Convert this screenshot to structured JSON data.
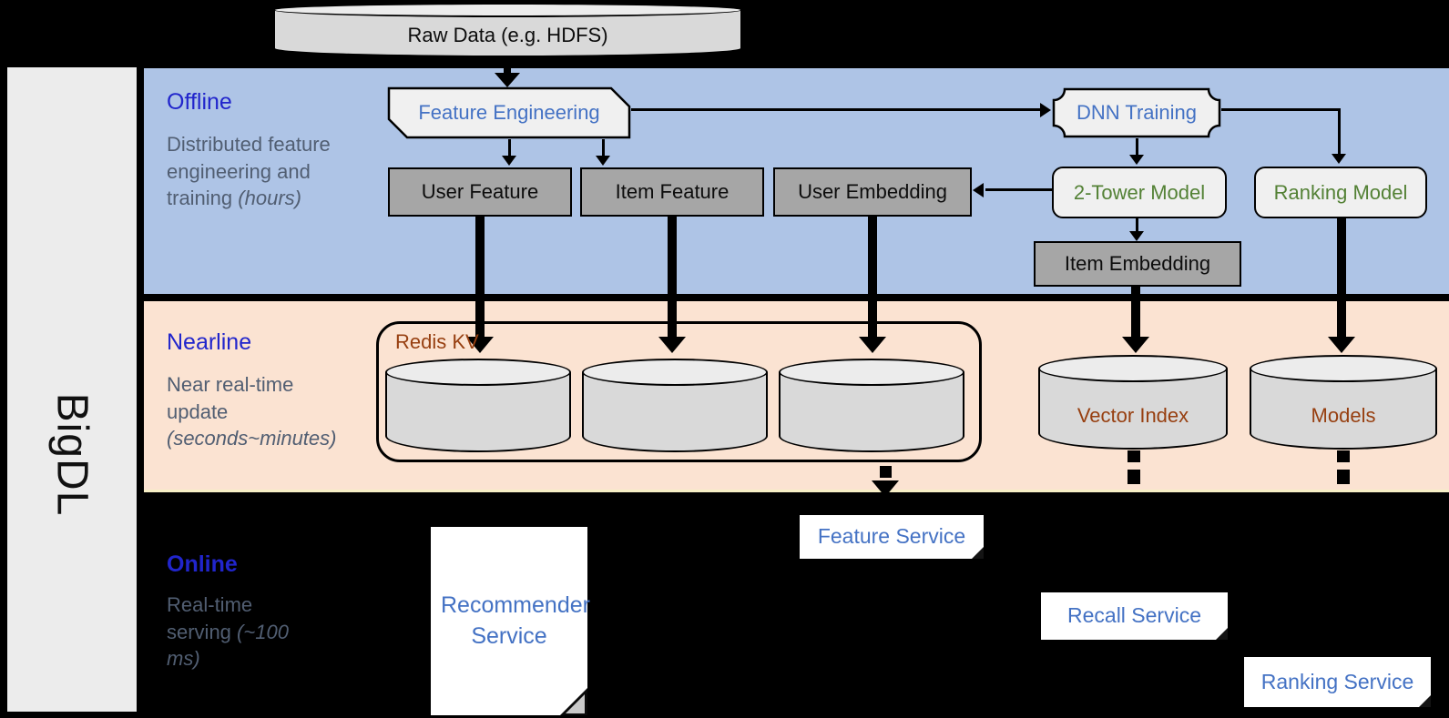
{
  "brand": {
    "name": "BigDL"
  },
  "raw_data": {
    "label": "Raw Data (e.g. HDFS)"
  },
  "sections": {
    "offline": {
      "label": "Offline",
      "subtitle": "Distributed feature engineering and training",
      "note": "(hours)"
    },
    "nearline": {
      "label": "Nearline",
      "subtitle": "Near real-time update",
      "note": "(seconds~minutes)"
    },
    "online": {
      "label": "Online",
      "subtitle": "Real-time serving",
      "note": "(~100 ms)"
    }
  },
  "nodes": {
    "feature_engineering": {
      "label": "Feature Engineering"
    },
    "dnn_training": {
      "label": "DNN Training"
    },
    "user_feature": {
      "label": "User Feature"
    },
    "item_feature": {
      "label": "Item Feature"
    },
    "user_embedding": {
      "label": "User Embedding"
    },
    "two_tower_model": {
      "label": "2-Tower Model"
    },
    "ranking_model": {
      "label": "Ranking Model"
    },
    "item_embedding": {
      "label": "Item Embedding"
    },
    "redis_kv": {
      "label": "Redis KV"
    },
    "vector_index": {
      "label": "Vector Index"
    },
    "models": {
      "label": "Models"
    },
    "recommender_service": {
      "label": "Recommender Service"
    },
    "feature_service": {
      "label": "Feature Service"
    },
    "recall_service": {
      "label": "Recall Service"
    },
    "ranking_service": {
      "label": "Ranking Service"
    }
  },
  "colors": {
    "offline_band": "#aec4e6",
    "nearline_band": "#fbe3d2",
    "background": "#000000",
    "brand_bar": "#ececec",
    "lane_label_blue": "#2125cc",
    "lane_subtitle_gray": "#515e72",
    "node_text_blue": "#4472c4",
    "node_text_green": "#538135",
    "node_text_brown": "#973f10",
    "dark_node_fill": "#a6a6a6",
    "light_node_fill": "#f0f0f0",
    "cylinder_fill": "#d9d9d9",
    "service_fill": "#ffffff"
  }
}
